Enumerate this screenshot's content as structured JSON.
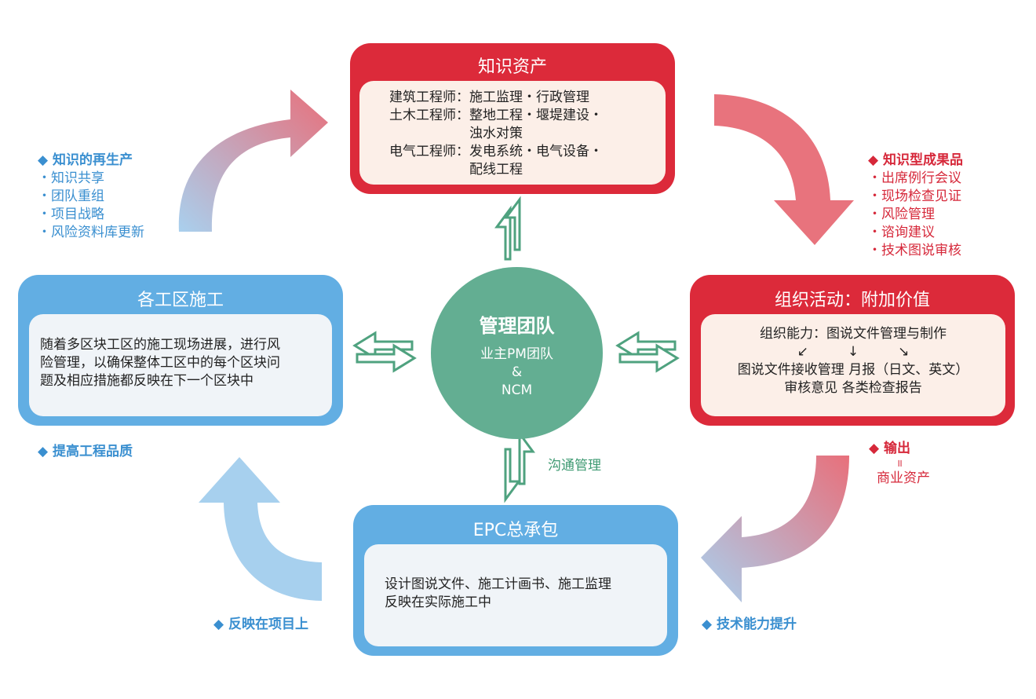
{
  "top_box": {
    "title": "知识资产",
    "rows": [
      {
        "role": "建筑工程师：",
        "lines": [
          "施工监理・行政管理"
        ]
      },
      {
        "role": "土木工程师：",
        "lines": [
          "整地工程・堰堤建设・",
          "浊水对策"
        ]
      },
      {
        "role": "电气工程师：",
        "lines": [
          "发电系统・电气设备・",
          "配线工程"
        ]
      }
    ]
  },
  "right_box": {
    "title": "组织活动：附加价值",
    "line1": "组织能力：图说文件管理与制作",
    "arrows": [
      "↙",
      "↓",
      "↘"
    ],
    "line2": "图说文件接收管理 月报（日文、英文）",
    "line3": "审核意见 各类检查报告"
  },
  "left_box": {
    "title": "各工区施工",
    "lines": [
      "随着多区块工区的施工现场进展，进行风",
      "险管理，以确保整体工区中的每个区块问",
      "题及相应措施都反映在下一个区块中"
    ]
  },
  "bottom_box": {
    "title": "EPC总承包",
    "lines": [
      "设计图说文件、施工计画书、施工监理",
      "反映在实际施工中"
    ]
  },
  "center": {
    "title": "管理团队",
    "lines": [
      "业主PM团队",
      "&",
      "NCM"
    ]
  },
  "side_labels": {
    "reproduction": {
      "title": "◆ 知识的再生产",
      "items": [
        "・知识共享",
        "・团队重组",
        "・项目战略",
        "・风险资料库更新"
      ]
    },
    "products": {
      "title": "◆ 知识型成果品",
      "items": [
        "・出席例行会议",
        "・现场检查见证",
        "・风险管理",
        "・谘询建议",
        "・技术图说审核"
      ]
    },
    "output": {
      "title": "◆ 输出",
      "eq": "॥",
      "sub": "商业资产"
    },
    "quality": "◆ 提高工程品质",
    "reflect": "◆ 反映在项目上",
    "tech": "◆ 技术能力提升",
    "communication": "沟通管理"
  },
  "colors": {
    "red": "#dc2a3a",
    "blue": "#62aee3",
    "green": "#63ae92",
    "red_text": "#d6283a",
    "blue_text": "#3a8fd0"
  }
}
